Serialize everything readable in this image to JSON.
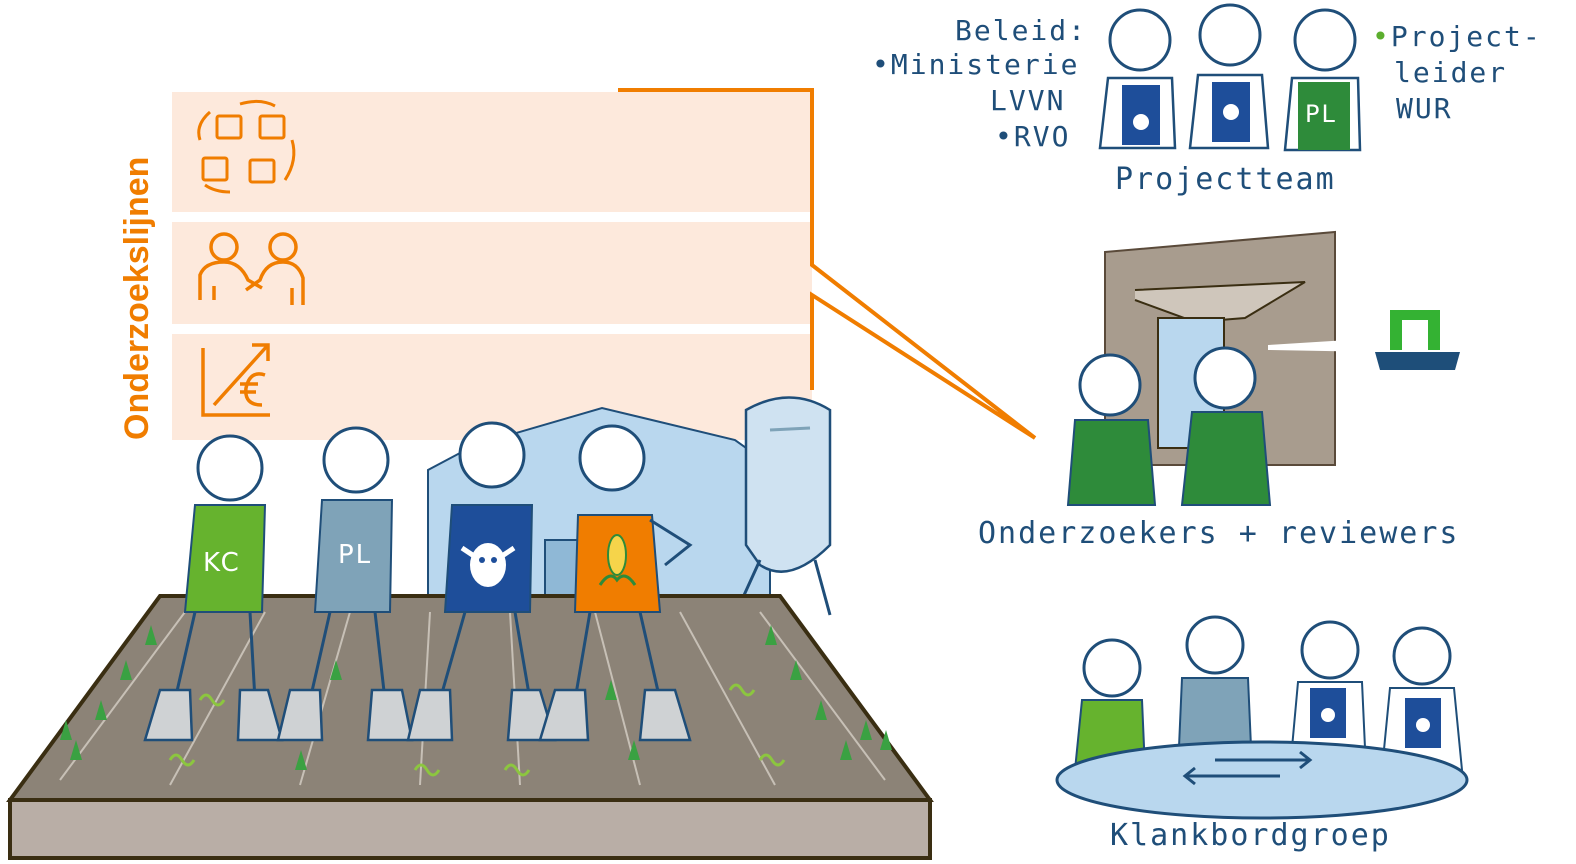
{
  "research_lines": {
    "title": "Onderzoekslijnen",
    "icons": [
      "cycle-notes-icon",
      "handshake-icon",
      "growth-euro-icon"
    ]
  },
  "field_team": {
    "shirts": [
      "KC",
      "PL",
      "cow-icon",
      "corn-icon"
    ]
  },
  "project_team": {
    "policy_heading": "Beleid:",
    "policy_items": [
      "Ministerie",
      "LVVN",
      "RVO"
    ],
    "project_leader": [
      "Project-",
      "leider",
      "WUR"
    ],
    "leader_shirt": "PL",
    "label": "Projectteam"
  },
  "researchers": {
    "label": "Onderzoekers + reviewers"
  },
  "sounding_board": {
    "label": "Klankbordgroep"
  },
  "colors": {
    "orange": "#f07d00",
    "orange_light": "#fde9dc",
    "navy": "#1f4e79",
    "green": "#2e8b3a",
    "lime": "#66b32e",
    "greyblue": "#7fa3b8",
    "blue": "#1e4e9a",
    "soil": "#8c8377"
  }
}
